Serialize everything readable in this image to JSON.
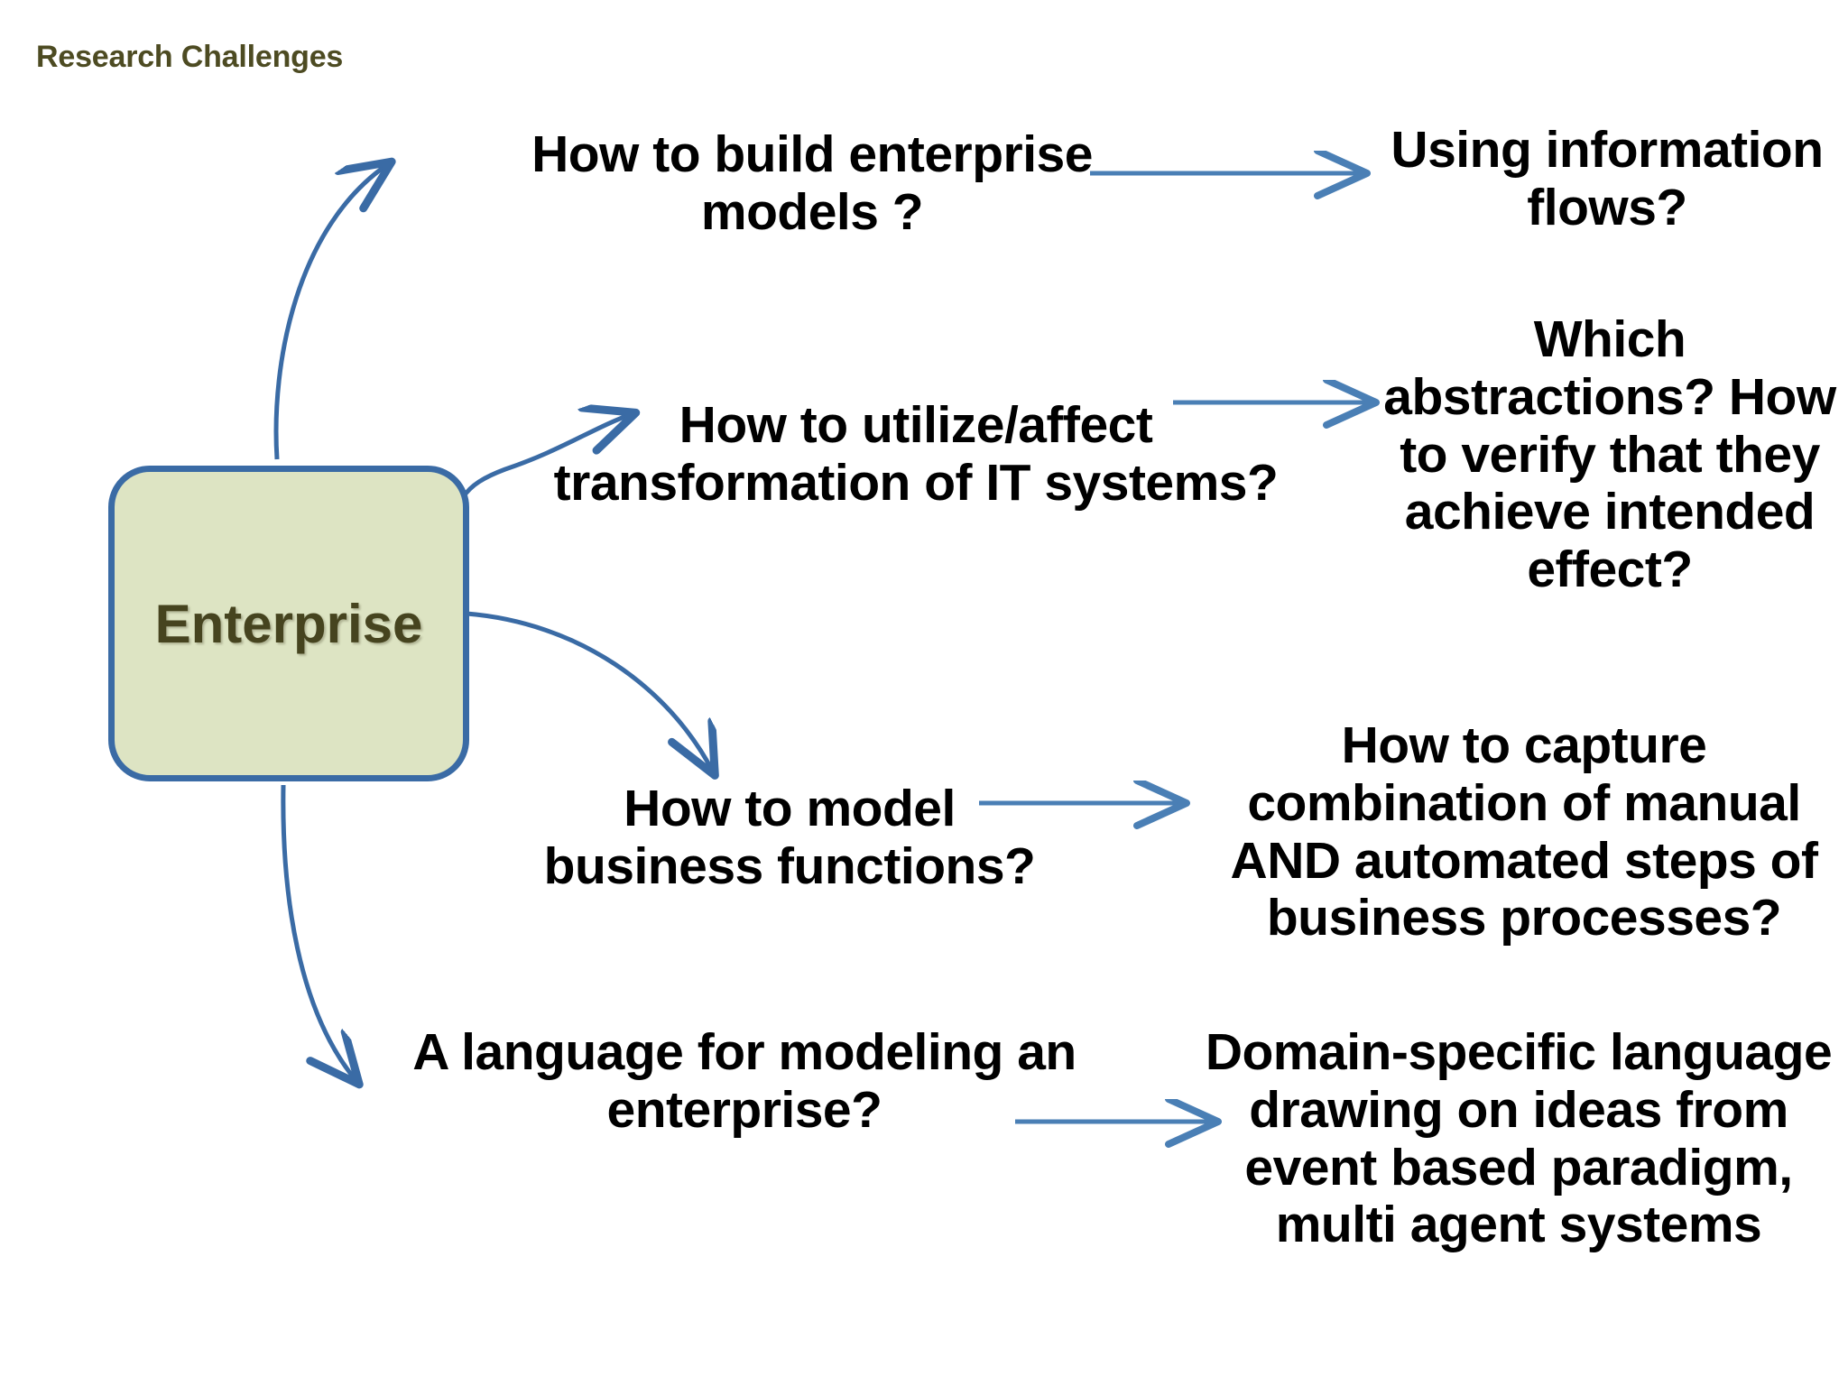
{
  "slide": {
    "title": "Research Challenges",
    "title_color": "#4d4b22",
    "background_color": "#ffffff"
  },
  "central_node": {
    "label": "Enterprise",
    "fill_color": "#dde4c3",
    "border_color": "#3a6ba5",
    "text_color": "#46441f"
  },
  "connector": {
    "color": "#4a7fb5",
    "box_connector_color": "#3a6ba5"
  },
  "branches": [
    {
      "id": "build-models",
      "question": "How to build enterprise models ?",
      "answer": "Using information flows?"
    },
    {
      "id": "utilize-affect",
      "question": "How to utilize/affect transformation of IT systems?",
      "answer": "Which abstractions? How to verify that they achieve intended effect?"
    },
    {
      "id": "model-business-functions",
      "question": "How to model business functions?",
      "answer": "How to capture combination of manual AND automated steps of business processes?"
    },
    {
      "id": "modeling-language",
      "question": "A language for modeling an enterprise?",
      "answer": "Domain-specific language drawing on ideas from event based paradigm, multi agent systems"
    }
  ]
}
